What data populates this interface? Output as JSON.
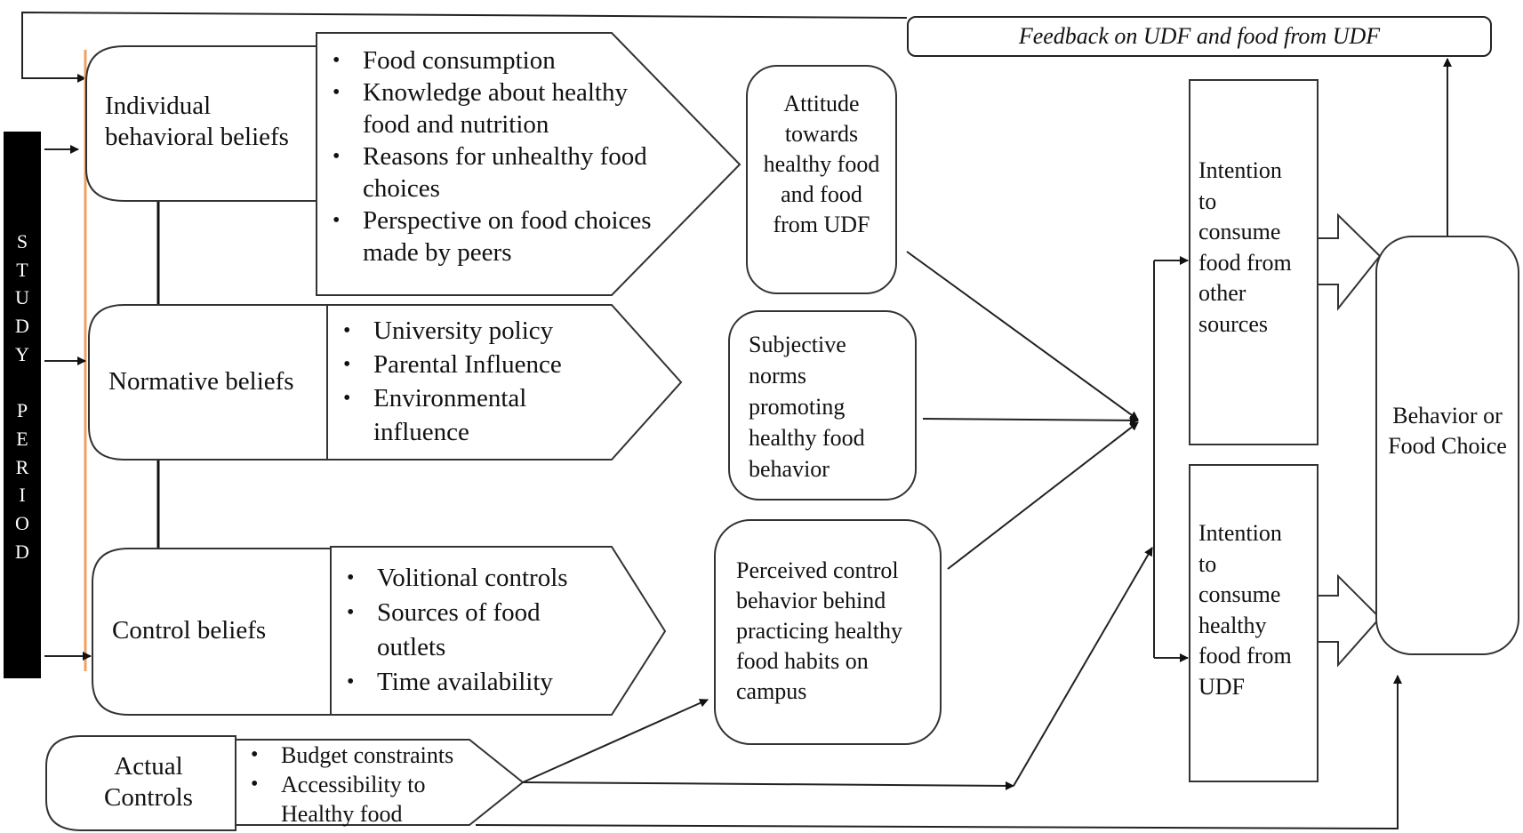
{
  "study_period": "STUDY PERIOD",
  "feedback": "Feedback on UDF and food from UDF",
  "beliefs": {
    "individual": "Individual behavioral beliefs",
    "normative": "Normative beliefs",
    "control": "Control beliefs",
    "actual_controls": "Actual Controls"
  },
  "individual_items": [
    "Food consumption",
    "Knowledge about healthy food and nutrition",
    "Reasons for unhealthy food choices",
    "Perspective on food choices made by peers"
  ],
  "normative_items": [
    "University policy",
    "Parental Influence",
    "Environmental influence"
  ],
  "control_items": [
    "Volitional controls",
    "Sources of food outlets",
    "Time availability"
  ],
  "actual_items": [
    "Budget constraints",
    "Accessibility to Healthy food"
  ],
  "constructs": {
    "attitude": "Attitude towards healthy food and food from UDF",
    "subjective_norms": "Subjective norms promoting healthy food behavior",
    "perceived_control": "Perceived control behavior behind practicing healthy food habits on campus"
  },
  "intentions": {
    "other_sources": "Intention to consume food from other sources",
    "udf": "Intention to consume healthy food from UDF"
  },
  "behavior": "Behavior or Food Choice"
}
